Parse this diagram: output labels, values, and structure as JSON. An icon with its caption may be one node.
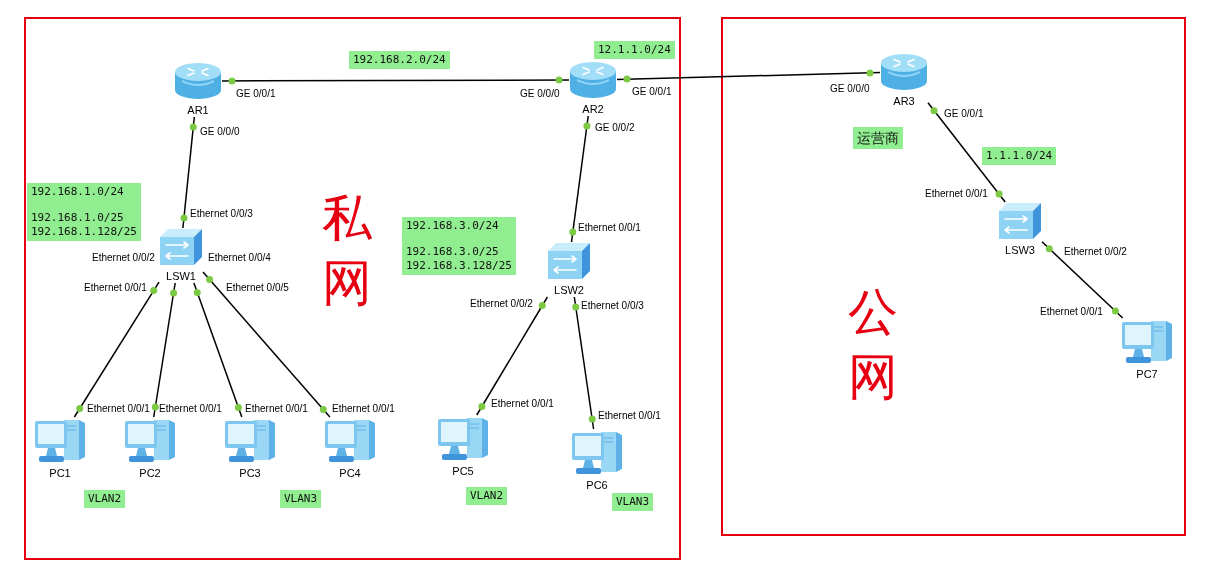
{
  "diagram": {
    "nodes": [
      {
        "text": [
          "私网"
        ]
      },
      {
        "text": [
          "公网"
        ]
      },
      {
        "text": [
          "AR1"
        ],
        "in": 0,
        "beside": [
          "GE 0/0/1",
          "GE 0/0/0"
        ]
      },
      {
        "text": [
          "AR2"
        ],
        "in": 0,
        "beside": [
          "GE 0/0/0",
          "GE 0/0/1",
          "GE 0/0/2"
        ]
      },
      {
        "text": [
          "AR3"
        ],
        "in": 1,
        "beside": [
          "GE 0/0/0",
          "GE 0/0/1"
        ]
      },
      {
        "text": [
          "LSW1"
        ],
        "in": 0,
        "beside": [
          "Ethernet 0/0/3",
          "Ethernet 0/0/1",
          "Ethernet 0/0/5",
          "Ethernet 0/0/2",
          "Ethernet 0/0/4"
        ]
      },
      {
        "text": [
          "LSW2"
        ],
        "in": 0,
        "beside": [
          "Ethernet 0/0/1",
          "Ethernet 0/0/2",
          "Ethernet 0/0/3"
        ]
      },
      {
        "text": [
          "LSW3"
        ],
        "in": 1,
        "beside": [
          "Ethernet 0/0/1",
          "Ethernet 0/0/2"
        ]
      },
      {
        "text": [
          "PC1"
        ],
        "in": 0,
        "beside": [
          "Ethernet 0/0/1"
        ]
      },
      {
        "text": [
          "PC2"
        ],
        "in": 0,
        "beside": [
          "Ethernet 0/0/1"
        ]
      },
      {
        "text": [
          "PC3"
        ],
        "in": 0,
        "beside": [
          "Ethernet 0/0/1"
        ]
      },
      {
        "text": [
          "PC4"
        ],
        "in": 0,
        "beside": [
          "Ethernet 0/0/1"
        ]
      },
      {
        "text": [
          "PC5"
        ],
        "in": 0,
        "beside": [
          "Ethernet 0/0/1"
        ]
      },
      {
        "text": [
          "PC6"
        ],
        "in": 0,
        "beside": [
          "Ethernet 0/0/1"
        ]
      },
      {
        "text": [
          "PC7"
        ],
        "in": 1,
        "beside": [
          "Ethernet 0/0/1"
        ]
      },
      {
        "text": [
          "192.168.2.0/24"
        ],
        "in": 0
      },
      {
        "text": [
          "12.1.1.0/24"
        ],
        "in": 0
      },
      {
        "text": [
          "192.168.1.0/24",
          "192.168.1.0/25",
          "192.168.1.128/25"
        ],
        "in": 0
      },
      {
        "text": [
          "192.168.3.0/24",
          "192.168.3.0/25",
          "192.168.3.128/25"
        ],
        "in": 0
      },
      {
        "text": [
          "运营商"
        ],
        "in": 1
      },
      {
        "text": [
          "1.1.1.0/24"
        ],
        "in": 1
      },
      {
        "text": [
          "VLAN2"
        ],
        "in": 0
      },
      {
        "text": [
          "VLAN3"
        ],
        "in": 0
      },
      {
        "text": [
          "VLAN2"
        ],
        "in": 0
      },
      {
        "text": [
          "VLAN3"
        ],
        "in": 0
      }
    ],
    "edges": [
      {
        "from": 2,
        "to": 3,
        "arrow": "none"
      },
      {
        "from": 3,
        "to": 4,
        "arrow": "none"
      },
      {
        "from": 2,
        "to": 5,
        "arrow": "none"
      },
      {
        "from": 3,
        "to": 6,
        "arrow": "none"
      },
      {
        "from": 4,
        "to": 7,
        "arrow": "none"
      },
      {
        "from": 5,
        "to": 8,
        "arrow": "none"
      },
      {
        "from": 5,
        "to": 9,
        "arrow": "none"
      },
      {
        "from": 5,
        "to": 10,
        "arrow": "none"
      },
      {
        "from": 5,
        "to": 11,
        "arrow": "none"
      },
      {
        "from": 6,
        "to": 12,
        "arrow": "none"
      },
      {
        "from": 6,
        "to": 13,
        "arrow": "none"
      },
      {
        "from": 7,
        "to": 14,
        "arrow": "none"
      }
    ]
  }
}
